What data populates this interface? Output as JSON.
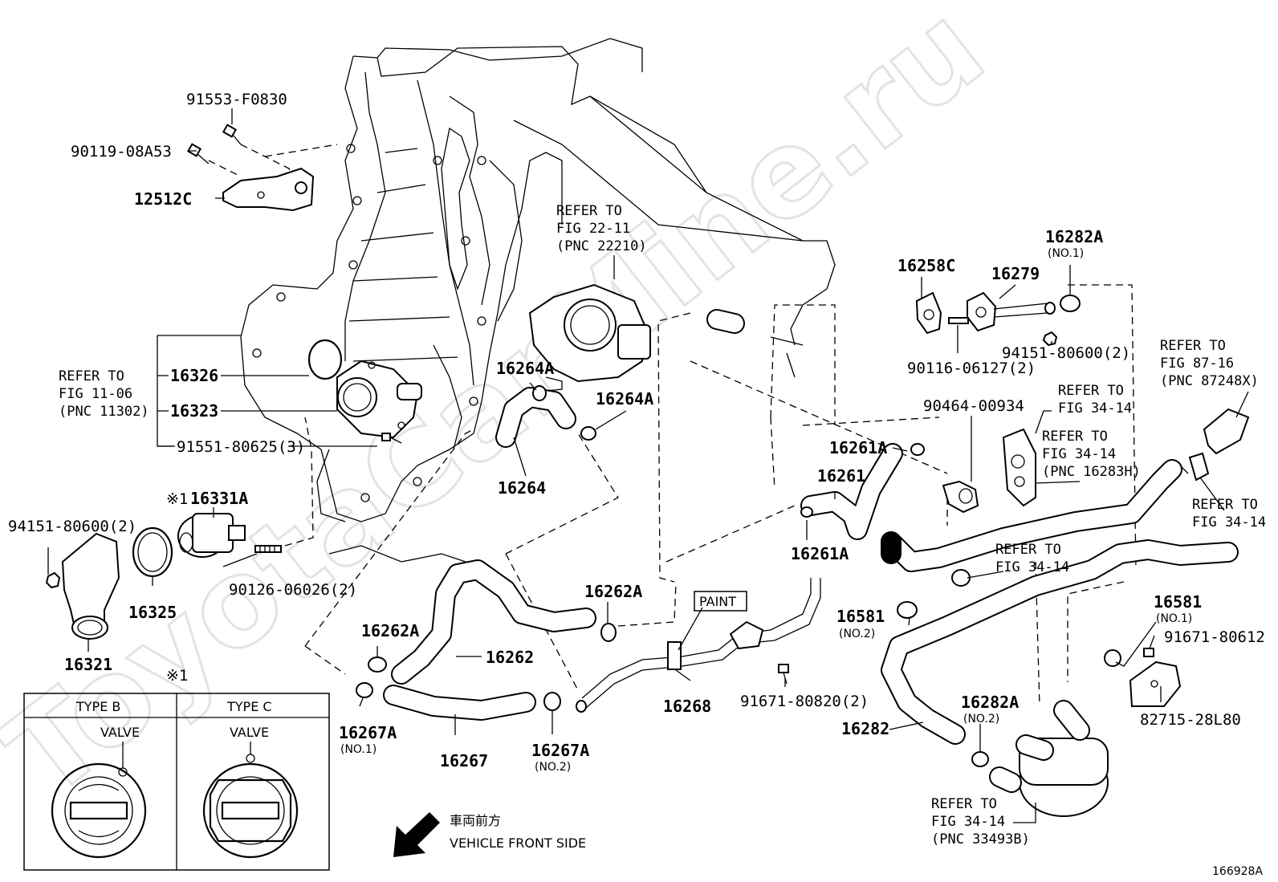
{
  "watermark": "ToyotaCarMine.ru",
  "figure_id": "166928A",
  "direction": {
    "jp": "車両前方",
    "en": "VEHICLE FRONT SIDE"
  },
  "paint_label": "PAINT",
  "legend": {
    "mark": "※1",
    "col_b": "TYPE B",
    "col_c": "TYPE C",
    "valve_b": "VALVE",
    "valve_c": "VALVE"
  },
  "parts": {
    "p91553": "91553-F0830",
    "p90119": "90119-08A53",
    "p12512": "12512C",
    "p16326": "16326",
    "p16323": "16323",
    "p91551": "91551-80625(3)",
    "p16331_mark": "※1",
    "p16331": "16331A",
    "p94151l": "94151-80600(2)",
    "p16325": "16325",
    "p90126": "90126-06026(2)",
    "p16321": "16321",
    "p16262a1": "16262A",
    "p16262": "16262",
    "p16262a2": "16262A",
    "p16267a1": "16267A",
    "p16267a1_sub": "(NO.1)",
    "p16267": "16267",
    "p16267a2": "16267A",
    "p16267a2_sub": "(NO.2)",
    "p16264a1": "16264A",
    "p16264a2": "16264A",
    "p16264": "16264",
    "p16268": "16268",
    "p91671a": "91671-80820(2)",
    "p16258": "16258C",
    "p16279": "16279",
    "p16282a1": "16282A",
    "p16282a1_sub": "(NO.1)",
    "p94151r": "94151-80600(2)",
    "p90116": "90116-06127(2)",
    "p90464": "90464-00934",
    "p16261a1": "16261A",
    "p16261": "16261",
    "p16261a2": "16261A",
    "p16581a": "16581",
    "p16581a_sub": "(NO.2)",
    "p16282": "16282",
    "p16282a2": "16282A",
    "p16282a2_sub": "(NO.2)",
    "p16581b": "16581",
    "p16581b_sub": "(NO.1)",
    "p91671b": "91671-80612",
    "p82715": "82715-28L80"
  },
  "refs": {
    "r1": [
      "REFER TO",
      "FIG 11-06",
      "(PNC 11302)"
    ],
    "r2": [
      "REFER TO",
      "FIG 22-11",
      "(PNC 22210)"
    ],
    "r3": [
      "REFER TO",
      "FIG 34-14"
    ],
    "r4": [
      "REFER TO",
      "FIG 34-14",
      "(PNC 16283H)"
    ],
    "r5": [
      "REFER TO",
      "FIG 87-16",
      "(PNC 87248X)"
    ],
    "r6": [
      "REFER TO",
      "FIG 34-14"
    ],
    "r7": [
      "REFER TO",
      "FIG 34-14"
    ],
    "r8": [
      "REFER TO",
      "FIG 34-14",
      "(PNC 33493B)"
    ]
  }
}
